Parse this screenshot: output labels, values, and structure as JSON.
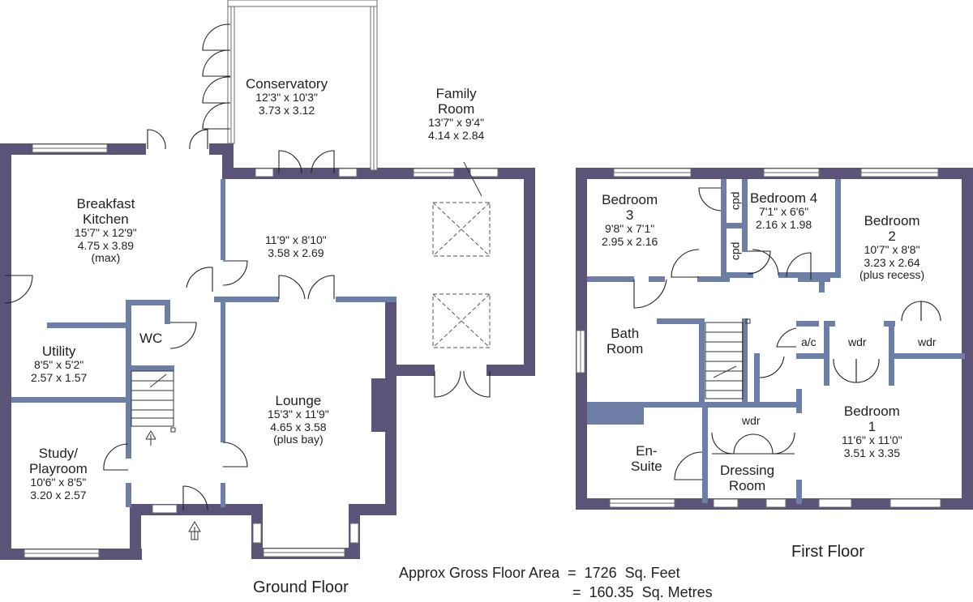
{
  "rooms": {
    "conservatory": {
      "name": "Conservatory",
      "imperial": "12'3\" x 10'3\"",
      "metric": "3.73 x 3.12"
    },
    "family_room": {
      "name_line1": "Family",
      "name_line2": "Room",
      "imperial": "13'7\" x 9'4\"",
      "metric": "4.14 x 2.84"
    },
    "breakfast_kitchen": {
      "name_line1": "Breakfast",
      "name_line2": "Kitchen",
      "imperial": "15'7\" x 12'9\"",
      "metric": "4.75 x 3.89",
      "note": "(max)"
    },
    "dining": {
      "imperial": "11'9\" x 8'10\"",
      "metric": "3.58 x 2.69"
    },
    "wc": {
      "name": "WC"
    },
    "utility": {
      "name": "Utility",
      "imperial": "8'5\" x 5'2\"",
      "metric": "2.57 x 1.57"
    },
    "lounge": {
      "name": "Lounge",
      "imperial": "15'3\" x 11'9\"",
      "metric": "4.65 x 3.58",
      "note": "(plus bay)"
    },
    "study": {
      "name_line1": "Study/",
      "name_line2": "Playroom",
      "imperial": "10'6\" x 8'5\"",
      "metric": "3.20 x 2.57"
    },
    "bedroom3": {
      "name_line1": "Bedroom",
      "name_line2": "3",
      "imperial": "9'8\" x 7'1\"",
      "metric": "2.95 x 2.16"
    },
    "cpd_top": {
      "name": "cpd"
    },
    "cpd_bottom": {
      "name": "cpd"
    },
    "bedroom4": {
      "name": "Bedroom 4",
      "imperial": "7'1\" x 6'6\"",
      "metric": "2.16 x 1.98"
    },
    "bedroom2": {
      "name_line1": "Bedroom",
      "name_line2": "2",
      "imperial": "10'7\" x 8'8\"",
      "metric": "3.23 x 2.64",
      "note": "(plus recess)"
    },
    "bathroom": {
      "name_line1": "Bath",
      "name_line2": "Room"
    },
    "ac": {
      "name": "a/c"
    },
    "wdr_left": {
      "name": "wdr"
    },
    "wdr_right": {
      "name": "wdr"
    },
    "wdr_dressing": {
      "name": "wdr"
    },
    "bedroom1": {
      "name_line1": "Bedroom",
      "name_line2": "1",
      "imperial": "11'6\" x 11'0\"",
      "metric": "3.51 x 3.35"
    },
    "ensuite": {
      "name_line1": "En-",
      "name_line2": "Suite"
    },
    "dressing": {
      "name_line1": "Dressing",
      "name_line2": "Room"
    }
  },
  "floors": {
    "ground": "Ground Floor",
    "first": "First Floor"
  },
  "area": {
    "line1": "Approx Gross Floor Area  =  1726  Sq. Feet",
    "line2": "=  160.35  Sq. Metres"
  },
  "colors": {
    "outer_wall": "#5b5478",
    "inner_wall": "#6d7fa6"
  }
}
